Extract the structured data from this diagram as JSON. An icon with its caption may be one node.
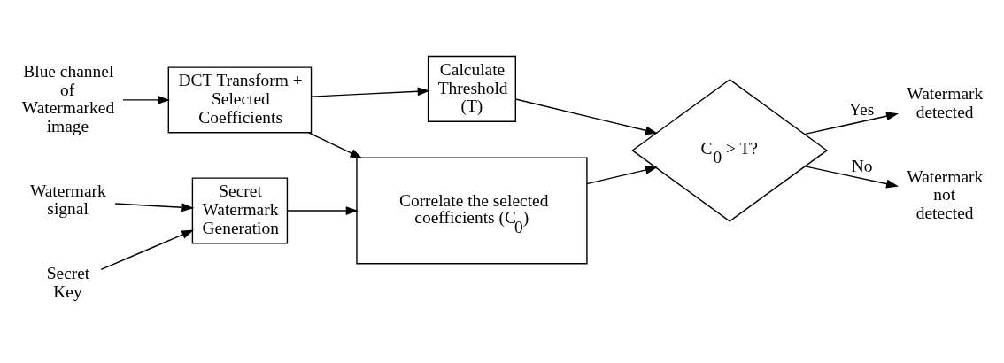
{
  "diagram": {
    "nodes": [
      {
        "text": [
          "Blue channel of Watermarked image"
        ]
      },
      {
        "text": [
          "DCT Transform + Selected Coefficients"
        ]
      },
      {
        "text": [
          "Calculate Threshold (T)"
        ]
      },
      {
        "text": [
          "Watermark signal"
        ]
      },
      {
        "text": [
          "Secret Key"
        ]
      },
      {
        "text": [
          "Secret Watermark Generation"
        ]
      },
      {
        "text": [
          "Correlate the selected coefficients (C$_{0}$)"
        ]
      },
      {
        "text": [
          "C$_{0}$ > T?"
        ]
      },
      {
        "text": [
          "Watermark detected"
        ]
      },
      {
        "text": [
          "Watermark not detected"
        ]
      }
    ],
    "edges": [
      {
        "from": 0,
        "to": 1,
        "arrow": "to"
      },
      {
        "from": 1,
        "to": 2,
        "arrow": "to"
      },
      {
        "from": 2,
        "to": 7,
        "arrow": "to"
      },
      {
        "from": 1,
        "to": 6,
        "arrow": "to"
      },
      {
        "from": 3,
        "to": 5,
        "arrow": "to"
      },
      {
        "from": 4,
        "to": 5,
        "arrow": "to"
      },
      {
        "from": 5,
        "to": 6,
        "arrow": "to"
      },
      {
        "from": 6,
        "to": 7,
        "arrow": "to"
      },
      {
        "from": 7,
        "to": 8,
        "arrow": "to",
        "label": "Yes"
      },
      {
        "from": 7,
        "to": 9,
        "arrow": "to",
        "label": "No"
      }
    ]
  }
}
